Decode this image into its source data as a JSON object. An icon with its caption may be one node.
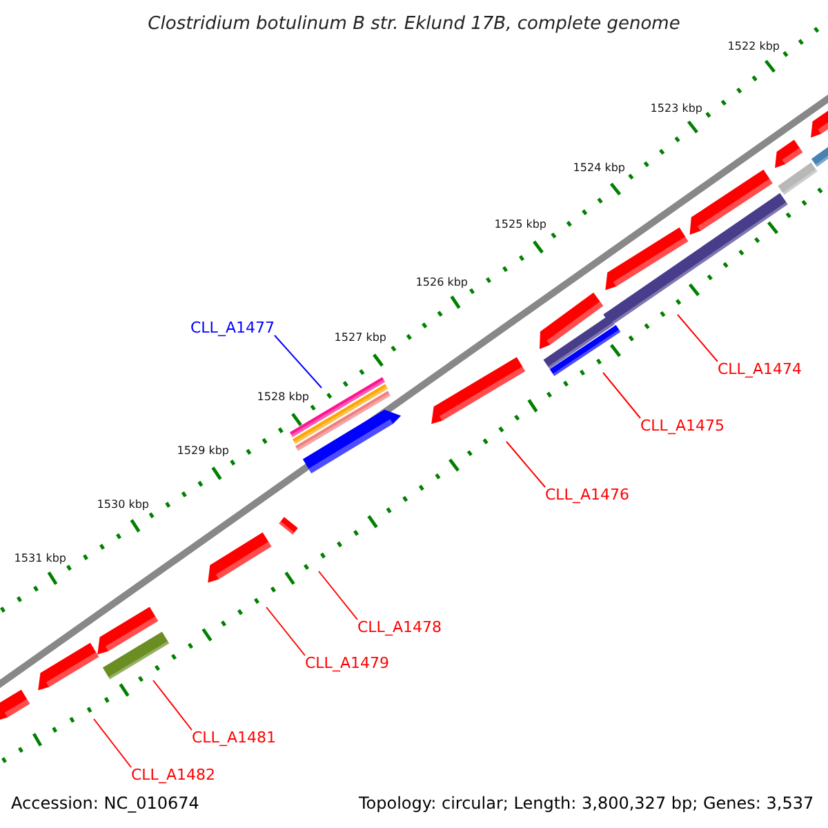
{
  "diagram": {
    "title": "Clostridium botulinum B str. Eklund 17B, complete genome",
    "nodes": [
      {
        "text": [
          "CLL_A1477"
        ]
      },
      {
        "text": [
          "CLL_A1474"
        ]
      },
      {
        "text": [
          "CLL_A1475"
        ]
      },
      {
        "text": [
          "CLL_A1476"
        ]
      },
      {
        "text": [
          "CLL_A1478"
        ]
      },
      {
        "text": [
          "CLL_A1479"
        ]
      },
      {
        "text": [
          "CLL_A1481"
        ]
      },
      {
        "text": [
          "CLL_A1482"
        ]
      }
    ],
    "edges": [
      {
        "from": 0,
        "to": null,
        "arrow": "none",
        "color": "#0000ff"
      },
      {
        "from": 1,
        "to": null,
        "arrow": "none"
      },
      {
        "from": 2,
        "to": null,
        "arrow": "none"
      },
      {
        "from": 3,
        "to": null,
        "arrow": "none"
      },
      {
        "from": 4,
        "to": null,
        "arrow": "none"
      },
      {
        "from": 5,
        "to": null,
        "arrow": "none"
      },
      {
        "from": 6,
        "to": null,
        "arrow": "none"
      },
      {
        "from": 7,
        "to": null,
        "arrow": "none"
      }
    ],
    "labels": [
      "1522 kbp",
      "1523 kbp",
      "1524 kbp",
      "1525 kbp",
      "1526 kbp",
      "1527 kbp",
      "1528 kbp",
      "1529 kbp",
      "1530 kbp",
      "1531 kbp",
      "Accession: NC_010674",
      "Topology: circular; Length: 3,800,327 bp; Genes: 3,537"
    ]
  }
}
